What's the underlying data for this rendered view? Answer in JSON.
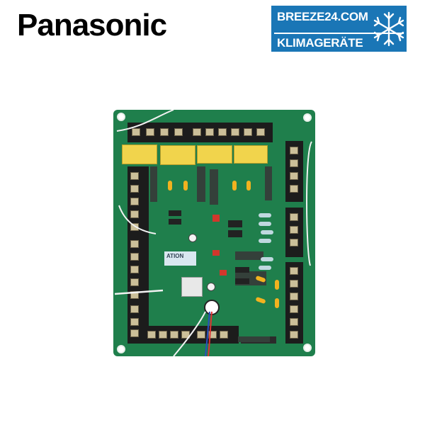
{
  "brand": {
    "name": "Panasonic"
  },
  "badge": {
    "line1": "BREEZE24.COM",
    "line2": "KLIMAGERÄTE",
    "icon": "snowflake-icon",
    "background_color": "#1a76b6",
    "text_color": "#ffffff"
  },
  "product_image": {
    "subject": "printed circuit board",
    "board_color": "#1f7f4c",
    "relay_color": "#f1d44c",
    "label_text": "ATION"
  }
}
